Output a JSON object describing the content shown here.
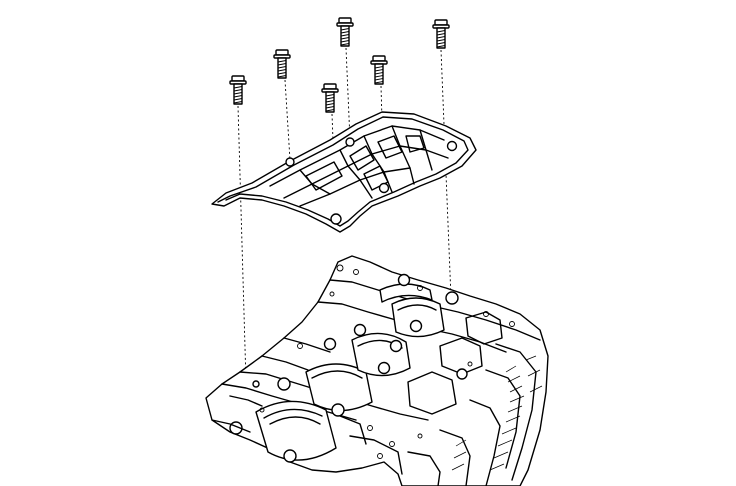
{
  "diagram": {
    "parts": [
      {
        "name": "bolt",
        "count": 6
      },
      {
        "name": "main-bearing-cap-bridge"
      },
      {
        "name": "cylinder-block"
      }
    ],
    "colors": {
      "ink": "#000000",
      "background": "#ffffff"
    }
  }
}
